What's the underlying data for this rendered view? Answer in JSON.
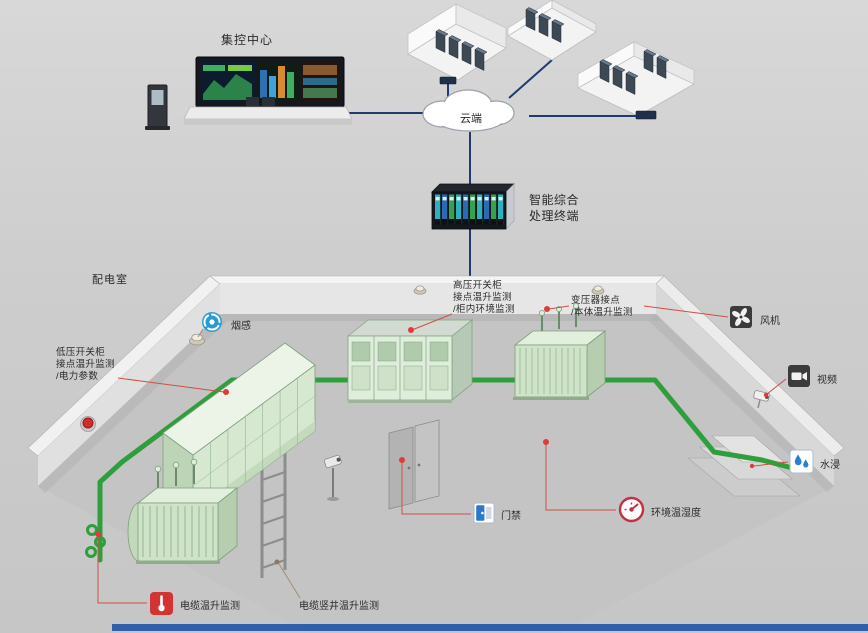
{
  "colors": {
    "background": "#cdcdcd",
    "network_line": "#1e3a6e",
    "cable_green": "#2f9e3c",
    "monitor_red": "#e03a3a",
    "cabinet_green": "#cfe3c8",
    "bottom_bar_blue": "#2e5fa8"
  },
  "top": {
    "control_center_label": "集控中心",
    "cloud_label": "云端",
    "terminal_label_line1": "智能综合",
    "terminal_label_line2": "处理终端"
  },
  "room": {
    "label": "配电室",
    "annotations": {
      "lv_line1": "低压开关柜",
      "lv_line2": "接点温升监测",
      "lv_line3": "/电力参数",
      "hv_line1": "高压开关柜",
      "hv_line2": "接点温升监测",
      "hv_line3": "/柜内环境监测",
      "tr_line1": "变压器接点",
      "tr_line2": "/本体温升监测",
      "smoke": "烟感",
      "fan": "风机",
      "video": "视频",
      "water": "水浸",
      "door": "门禁",
      "env": "环境温湿度",
      "cable": "电缆温升监测",
      "shaft": "电缆竖井温升监测"
    }
  }
}
